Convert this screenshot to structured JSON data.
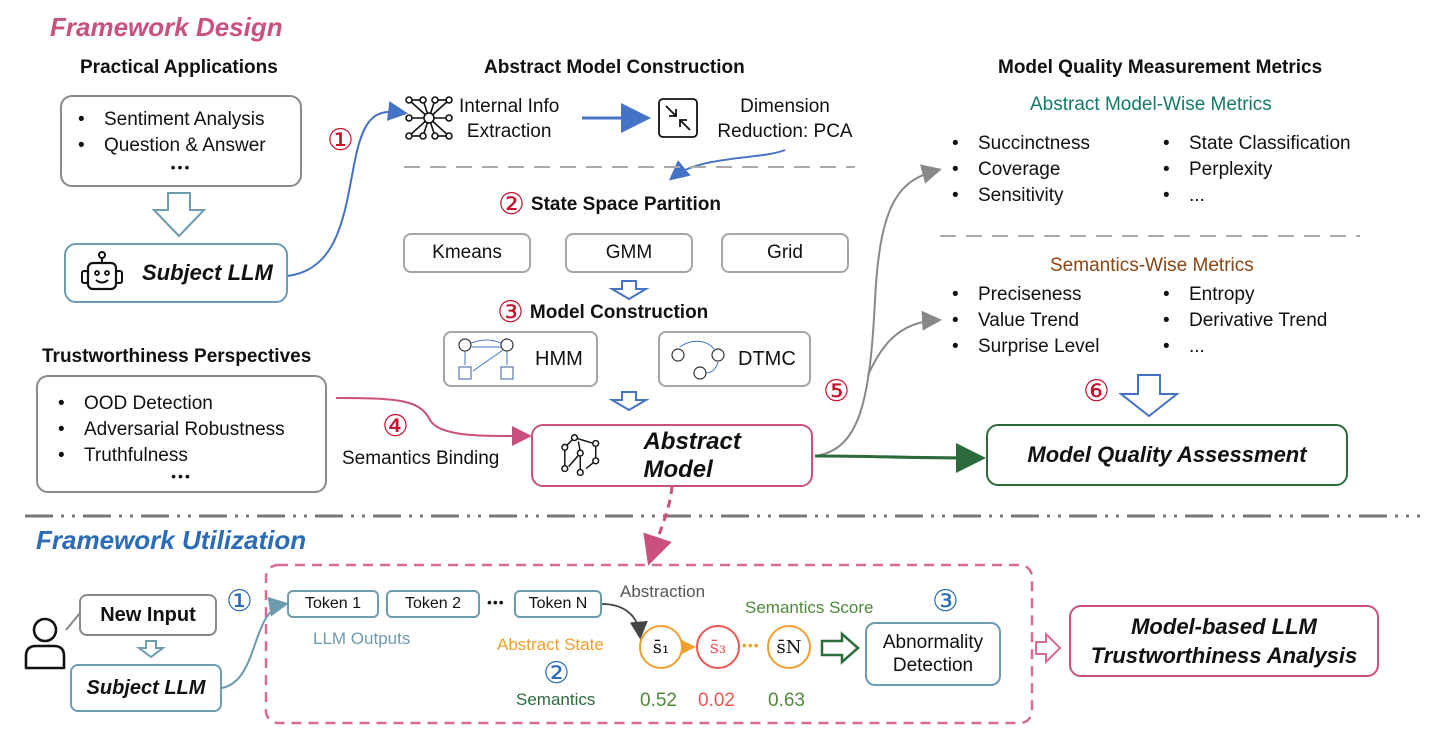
{
  "framework_design": {
    "title": "Framework Design",
    "title_color": "#c9507f"
  },
  "practical_applications": {
    "heading": "Practical Applications",
    "items": [
      "Sentiment Analysis",
      "Question & Answer"
    ],
    "ellipsis": "•••"
  },
  "subject_llm": {
    "label": "Subject LLM",
    "icon": "robot-icon"
  },
  "abstract_model_construction": {
    "heading": "Abstract Model Construction",
    "step1_marker": "①",
    "internal_info": [
      "Internal Info",
      "Extraction"
    ],
    "internal_info_icon": "neural-network-icon",
    "dimension_reduction": [
      "Dimension",
      "Reduction: PCA"
    ],
    "dimension_reduction_icon": "compress-icon",
    "step2_marker": "②",
    "state_space_partition": "State Space Partition",
    "partition_methods": [
      "Kmeans",
      "GMM",
      "Grid"
    ],
    "step3_marker": "③",
    "model_construction": "Model Construction",
    "model_types": [
      "HMM",
      "DTMC"
    ]
  },
  "trustworthiness": {
    "heading": "Trustworthiness Perspectives",
    "items": [
      "OOD Detection",
      "Adversarial Robustness",
      "Truthfulness"
    ],
    "ellipsis": "•••",
    "step4_marker": "④",
    "binding_label": "Semantics Binding"
  },
  "abstract_model": {
    "label": "Abstract Model",
    "icon": "graph-model-icon"
  },
  "metrics": {
    "heading": "Model Quality Measurement Metrics",
    "step5_marker": "⑤",
    "abstract_wise": {
      "title": "Abstract Model-Wise Metrics",
      "color": "#137a6a",
      "col1": [
        "Succinctness",
        "Coverage",
        "Sensitivity"
      ],
      "col2": [
        "State Classification",
        "Perplexity",
        "..."
      ]
    },
    "semantics_wise": {
      "title": "Semantics-Wise Metrics",
      "color": "#8b4513",
      "col1": [
        "Preciseness",
        "Value Trend",
        "Surprise Level"
      ],
      "col2": [
        "Entropy",
        "Derivative Trend",
        "..."
      ]
    },
    "step6_marker": "⑥"
  },
  "model_quality_assessment": {
    "label": "Model Quality Assessment"
  },
  "framework_utilization": {
    "title": "Framework Utilization",
    "title_color": "#2b6cb8",
    "user_icon": "user-icon",
    "new_input": "New Input",
    "subject_llm": "Subject LLM",
    "step1_marker": "①",
    "tokens": [
      "Token 1",
      "Token 2",
      "Token N"
    ],
    "token_ellipsis": "•••",
    "llm_outputs_label": "LLM Outputs",
    "abstraction_label": "Abstraction",
    "abstract_state_label": "Abstract State",
    "step2_marker": "②",
    "semantics_label": "Semantics",
    "semantics_score_label": "Semantics Score",
    "step3_marker": "③",
    "states": [
      {
        "label": "s̄₁",
        "score": "0.52",
        "trend": "up",
        "color": "#f0a030",
        "score_color": "#4f8a3c"
      },
      {
        "label": "s̄₃",
        "score": "0.02",
        "trend": "down",
        "color": "#ee5555",
        "score_color": "#ee5555"
      },
      {
        "label": "s̄N",
        "score": "0.63",
        "trend": "up",
        "color": "#f0a030",
        "score_color": "#4f8a3c"
      }
    ],
    "state_ellipsis": "•••",
    "abnormality_detection": [
      "Abnormality",
      "Detection"
    ],
    "final_output": [
      "Model-based LLM",
      "Trustworthiness Analysis"
    ]
  }
}
